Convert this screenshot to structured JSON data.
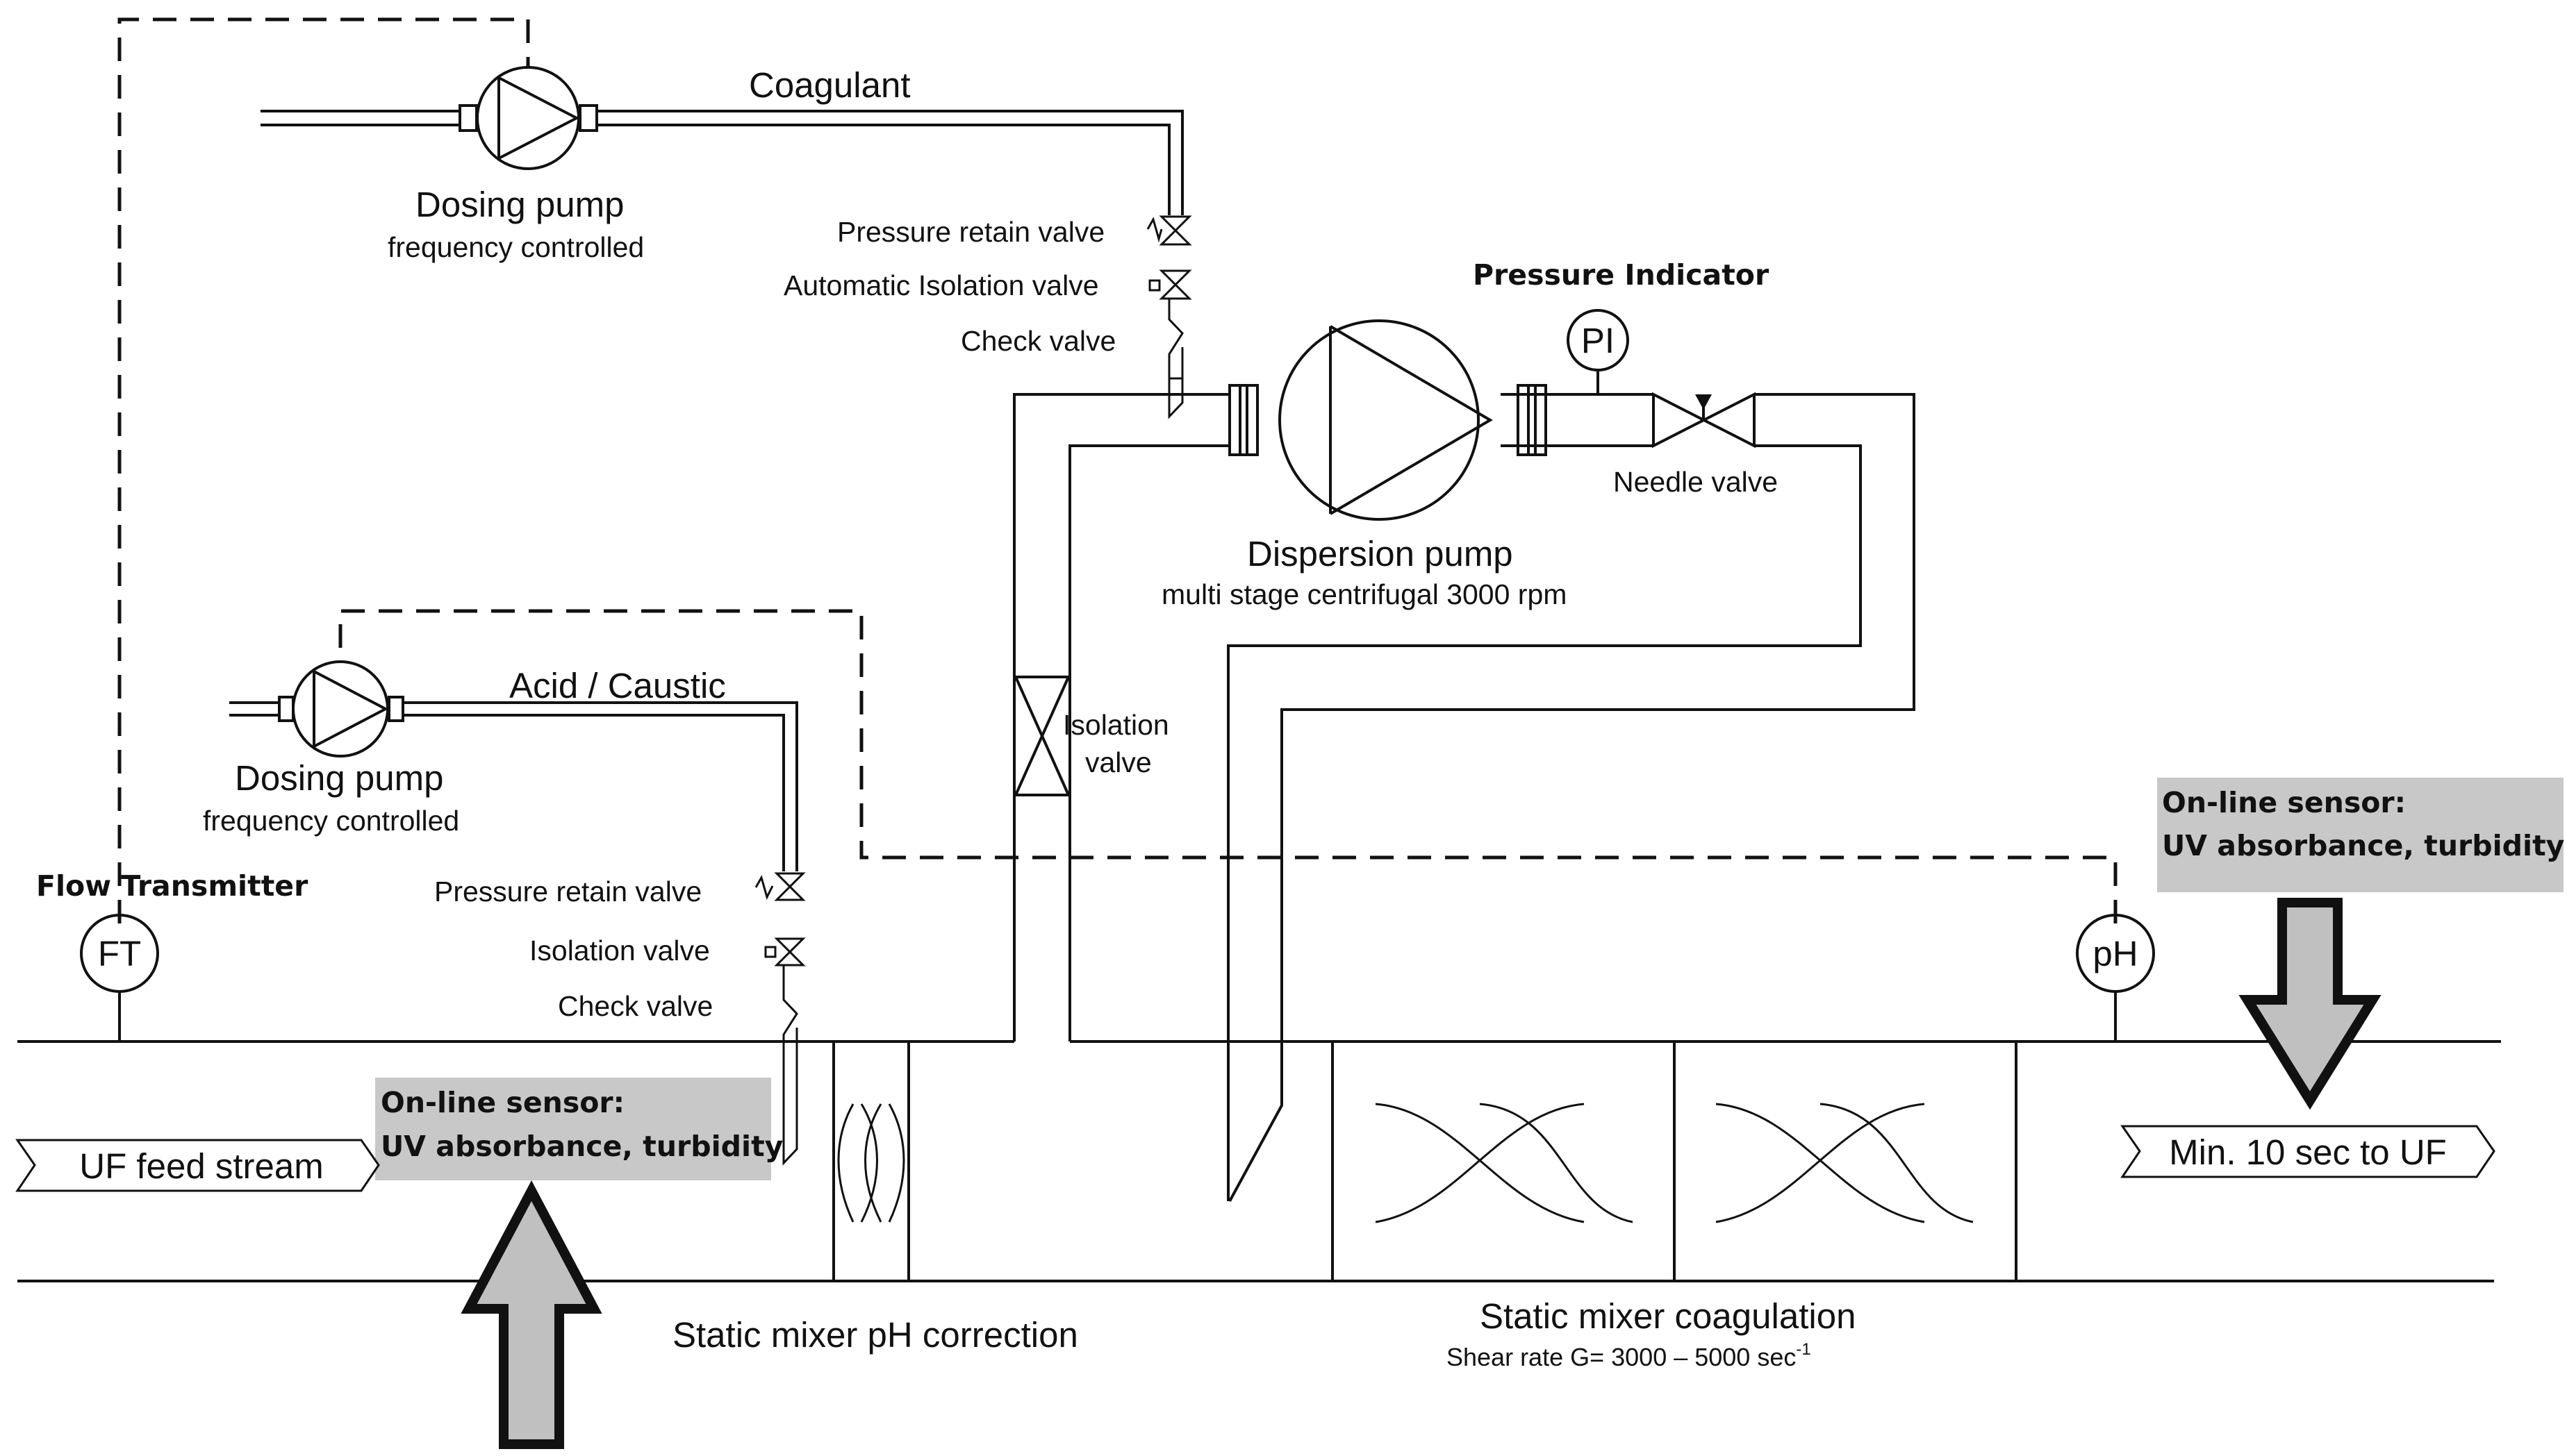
{
  "labels": {
    "coagulant": "Coagulant",
    "dosing_pump_1": "Dosing pump",
    "dosing_pump_1_sub": "frequency controlled",
    "pressure_retain_1": "Pressure retain valve",
    "auto_isolation": "Automatic Isolation valve",
    "check_valve_1": "Check valve",
    "pressure_indicator": "Pressure Indicator",
    "pi": "PI",
    "needle_valve": "Needle valve",
    "dispersion_pump": "Dispersion pump",
    "dispersion_pump_sub": "multi stage centrifugal 3000 rpm",
    "acid_caustic": "Acid / Caustic",
    "dosing_pump_2": "Dosing pump",
    "dosing_pump_2_sub": "frequency controlled",
    "isolation_valve_line1": "Isolation",
    "isolation_valve_line2": "valve",
    "flow_transmitter": "Flow Transmitter",
    "ft": "FT",
    "pressure_retain_2": "Pressure retain valve",
    "isolation_valve_2": "Isolation valve",
    "check_valve_2": "Check valve",
    "sensor_left_line1": "On-line sensor:",
    "sensor_left_line2": "UV absorbance, turbidity",
    "sensor_right_line1": "On-line sensor:",
    "sensor_right_line2": "UV absorbance, turbidity",
    "ph": "pH",
    "uf_feed": "UF feed stream",
    "min_to_uf": "Min. 10 sec to UF",
    "mixer_ph": "Static mixer pH correction",
    "mixer_coag": "Static mixer coagulation",
    "shear_rate": "Shear rate G= 3000 – 5000 sec",
    "shear_sup": "-1"
  },
  "colors": {
    "line": "#111111",
    "sensor_box": "#c8c8c8",
    "arrow_fill": "#c0c0c0"
  }
}
